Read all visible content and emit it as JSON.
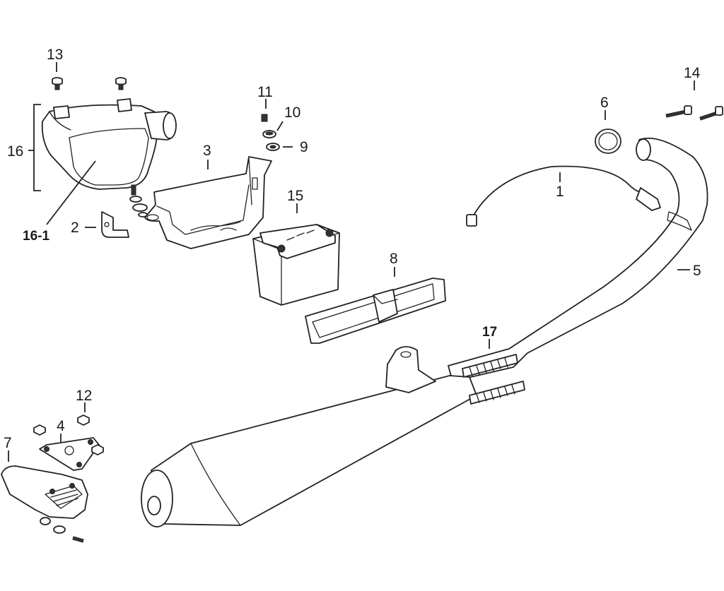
{
  "callouts": [
    {
      "id": "13",
      "text": "13"
    },
    {
      "id": "16",
      "text": "16"
    },
    {
      "id": "16-1",
      "text": "16-1"
    },
    {
      "id": "2",
      "text": "2"
    },
    {
      "id": "3",
      "text": "3"
    },
    {
      "id": "11",
      "text": "11"
    },
    {
      "id": "10",
      "text": "10"
    },
    {
      "id": "9",
      "text": "9"
    },
    {
      "id": "15",
      "text": "15"
    },
    {
      "id": "8",
      "text": "8"
    },
    {
      "id": "6",
      "text": "6"
    },
    {
      "id": "1",
      "text": "1"
    },
    {
      "id": "14",
      "text": "14"
    },
    {
      "id": "5",
      "text": "5"
    },
    {
      "id": "17",
      "text": "17"
    },
    {
      "id": "12",
      "text": "12"
    },
    {
      "id": "4",
      "text": "4"
    },
    {
      "id": "7",
      "text": "7"
    }
  ]
}
